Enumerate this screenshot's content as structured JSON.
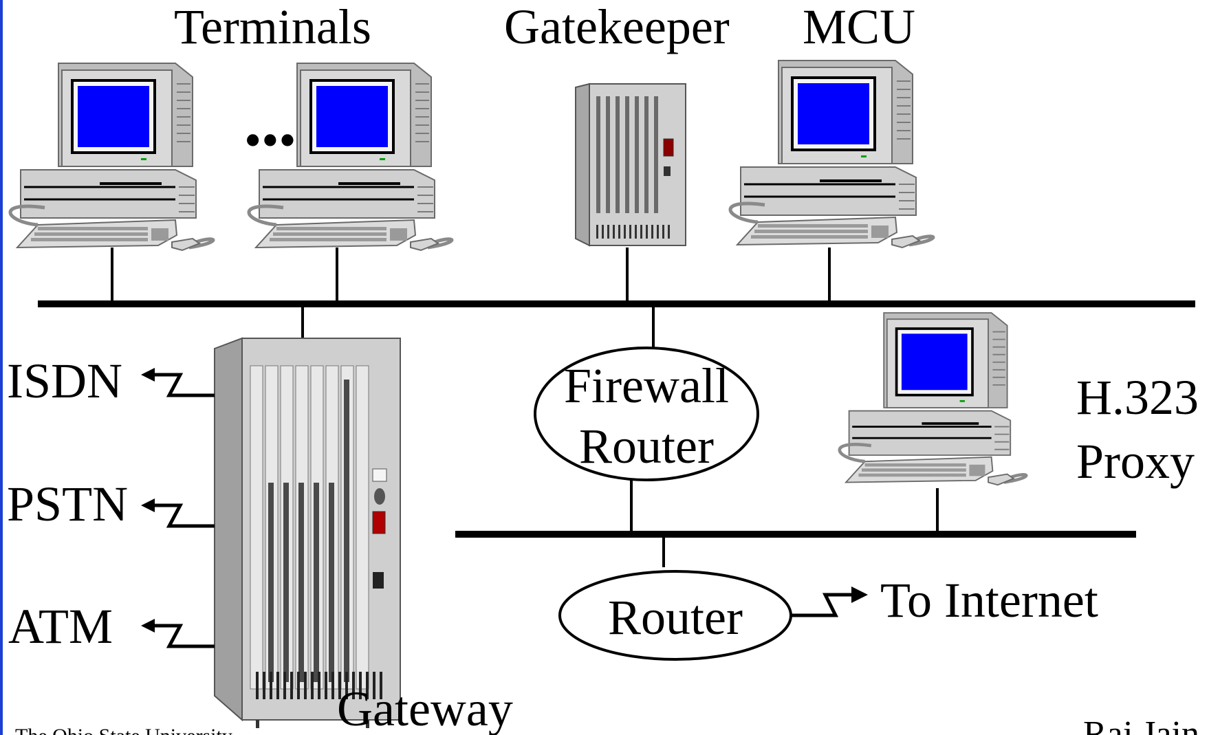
{
  "diagram": {
    "labels": {
      "terminals": "Terminals",
      "gatekeeper": "Gatekeeper",
      "mcu": "MCU",
      "ellipsis": "•••",
      "isdn": "ISDN",
      "pstn": "PSTN",
      "atm": "ATM",
      "gateway": "Gateway",
      "firewall_line1": "Firewall",
      "firewall_line2": "Router",
      "router": "Router",
      "to_internet": "To Internet",
      "proxy_line1": "H.323",
      "proxy_line2": "Proxy"
    },
    "footer": {
      "left": "The Ohio State University",
      "right": "Raj Jain"
    },
    "colors": {
      "screen": "#0000ff",
      "computer_body": "#d4d4d4",
      "rack_body": "#c8c8c8",
      "lines": "#000000",
      "left_border": "#1a3ed6"
    }
  }
}
